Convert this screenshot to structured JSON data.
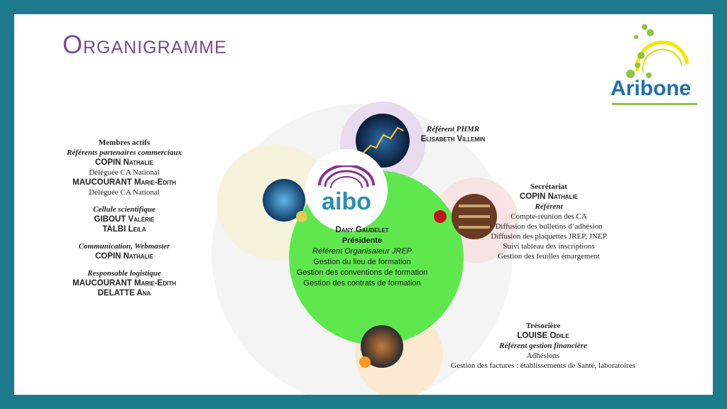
{
  "title": "Organigramme",
  "logo": {
    "text": "Aribone"
  },
  "aibo_logo": {
    "text": "aibo"
  },
  "center": {
    "name": "Dany Gaudelet",
    "role": "Présidente",
    "sub": "Référent Organisateur JREP",
    "tasks": [
      "Gestion du lieu de formation",
      "Gestion des conventions de formation",
      "Gestion des contrats de formation"
    ]
  },
  "left": {
    "members_header": "Membres actifs",
    "members_sub": "Référents partenaires commerciaux",
    "m1": "COPIN Nathalie",
    "m1_role": "Déléguée CA National",
    "m2": "MAUCOURANT Marie-Edith",
    "m2_role": "Déléguée CA National",
    "sci_header": "Cellule scientifique",
    "sci1": "GIBOUT Valérie",
    "sci2": "TALBI Leila",
    "com_header": "Communication, Webmaster",
    "com1": "COPIN Nathalie",
    "log_header": "Responsable logistique",
    "log1": "MAUCOURANT Marie-Edith",
    "log2": "DELATTE Ana"
  },
  "top": {
    "role": "Référent PHMR",
    "name": "Elisabeth Villemin"
  },
  "right": {
    "header": "Secrétariat",
    "name": "COPIN Nathalie",
    "sub": "Référent",
    "tasks": [
      "Compte-réunion des CA",
      "Diffusion des bulletins d’adhésion",
      "Diffusion des plaquettes JREP, JNEP",
      "Suivi tableau des inscriptions",
      "Gestion des feuilles émargement"
    ]
  },
  "bottom": {
    "header": "Trésorière",
    "name": "LOUISE Odile",
    "sub": "Référent gestion financière",
    "tasks": [
      "Adhésions",
      "Gestion des factures : établissements de Santé, laboratoires"
    ]
  },
  "colors": {
    "frame": "#1d7a8c",
    "title": "#7b4a93",
    "center": "#5ee84e"
  }
}
